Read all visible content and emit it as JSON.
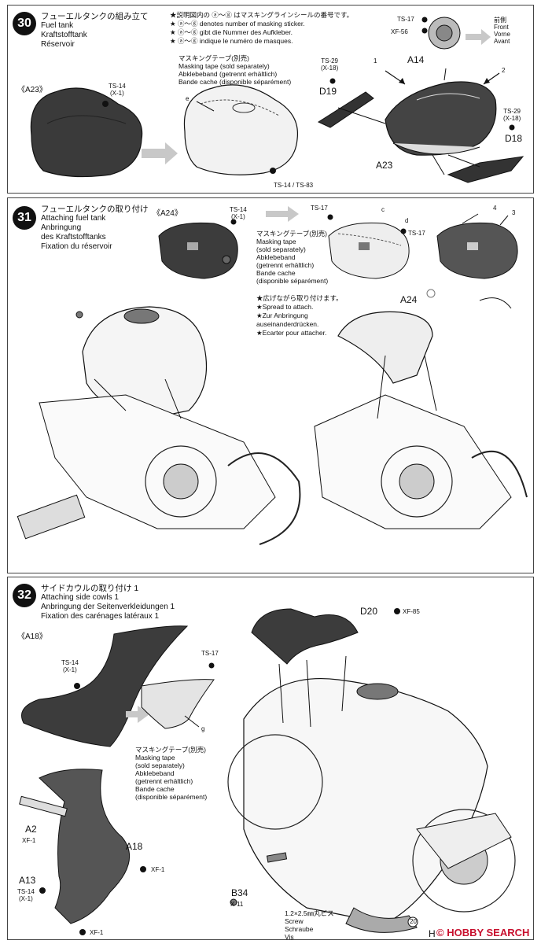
{
  "step30": {
    "number": "30",
    "title_jp": "フューエルタンクの組み立て",
    "title_en": "Fuel tank",
    "title_de": "Kraftstofftank",
    "title_fr": "Réservoir",
    "notes": [
      "★説明図内の ⓐ～ⓖ はマスキングラインシールの番号です。",
      "★ ⓐ～ⓖ denotes number of masking sticker.",
      "★ ⓐ～ⓖ gibt die Nummer des Aufkleber.",
      "★ ⓐ～ⓖ indique le numéro de masques."
    ],
    "ref": "《A23》",
    "paint_ts14": "TS-14",
    "paint_ts14_sub": "(X-1)",
    "tape_lines": [
      "マスキングテープ(別売)",
      "Masking tape (sold separately)",
      "Abklebeband (getrennt erhältlich)",
      "Bande cache (disponible séparément)"
    ],
    "mask_e": "e",
    "paint_bottom": "TS-14 / TS-83",
    "ts17": "TS-17",
    "xf56": "XF-56",
    "front_lines": [
      "前側",
      "Front",
      "Vorne",
      "Avant"
    ],
    "a14": "A14",
    "n1": "1",
    "n2": "2",
    "ts29_left": "TS-29",
    "ts29_left_sub": "(X-18)",
    "d19": "D19",
    "ts29_right": "TS-29",
    "ts29_right_sub": "(X-18)",
    "d18": "D18",
    "a23": "A23"
  },
  "step31": {
    "number": "31",
    "title_jp": "フューエルタンクの取り付け",
    "title_en": "Attaching fuel tank",
    "title_de1": "Anbringung",
    "title_de2": "des Kraftstofftanks",
    "title_fr": "Fixation du réservoir",
    "ref": "《A24》",
    "paint_ts14": "TS-14",
    "paint_ts14_sub": "(X-1)",
    "ts17_a": "TS-17",
    "ts17_b": "TS-17",
    "mask_c": "c",
    "mask_d": "d",
    "n4": "4",
    "n3": "3",
    "tape_lines": [
      "マスキングテープ(別売)",
      "Masking tape",
      "(sold separately)",
      "Abklebeband",
      "(getrennt erhältlich)",
      "Bande cache",
      "(disponible séparément)"
    ],
    "spread_lines": [
      "★広げながら取り付けます。",
      "★Spread to attach.",
      "★Zur Anbringung",
      "auseinanderdrücken.",
      "★Ecarter pour attacher."
    ],
    "a24": "A24"
  },
  "step32": {
    "number": "32",
    "title_jp": "サイドカウルの取り付け 1",
    "title_en": "Attaching side cowls 1",
    "title_de": "Anbringung der Seitenverkleidungen 1",
    "title_fr": "Fixation des carénages latéraux 1",
    "ref": "《A18》",
    "paint_ts14": "TS-14",
    "paint_ts14_sub": "(X-1)",
    "ts17": "TS-17",
    "mask_g": "g",
    "tape_lines": [
      "マスキングテープ(別売)",
      "Masking tape",
      "(sold separately)",
      "Abklebeband",
      "(getrennt erhältlich)",
      "Bande cache",
      "(disponible séparément)"
    ],
    "d20": "D20",
    "xf85": "XF-85",
    "a2": "A2",
    "a2_paint": "XF-1",
    "a18": "A18",
    "a18_paint": "XF-1",
    "a13": "A13",
    "a13_paint": "TS-14",
    "a13_paint_sub": "(X-1)",
    "bottom_paint": "XF-1",
    "b34": "B34",
    "b34_paint": "X-11",
    "screw_lines": [
      "1.2×2.5㎜丸ビス",
      "Screw",
      "Schraube",
      "Vis"
    ],
    "n20": "20",
    "h": "H",
    "watermark": "© HOBBY SEARCH"
  }
}
